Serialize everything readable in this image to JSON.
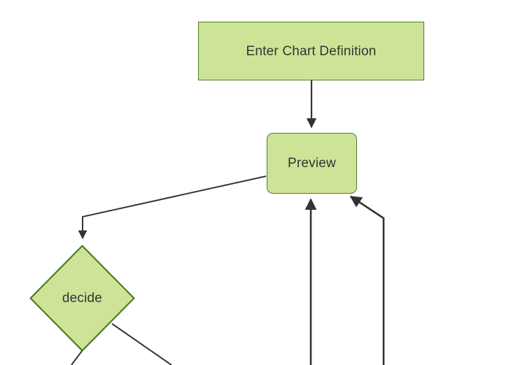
{
  "diagram": {
    "type": "flowchart",
    "background_color": "#ffffff",
    "node_fill_color": "#cde498",
    "node_stroke_color": "#4e7a27",
    "edge_color": "#333333",
    "text_color": "#333333",
    "nodes": [
      {
        "id": "enter-chart-definition",
        "label": "Enter Chart Definition",
        "shape": "rectangle"
      },
      {
        "id": "preview",
        "label": "Preview",
        "shape": "rounded-rectangle"
      },
      {
        "id": "decide",
        "label": "decide",
        "shape": "diamond"
      }
    ],
    "edges": [
      {
        "id": "edge-enter-to-preview",
        "from": "enter-chart-definition",
        "to": "preview",
        "label": ""
      },
      {
        "id": "edge-preview-to-decide",
        "from": "preview",
        "to": "decide",
        "label": ""
      },
      {
        "id": "edge-decide-down-left",
        "from": "decide",
        "to": "",
        "label": ""
      },
      {
        "id": "edge-decide-down-right",
        "from": "decide",
        "to": "",
        "label": ""
      },
      {
        "id": "edge-bottom-left-to-preview",
        "from": "",
        "to": "preview",
        "label": ""
      },
      {
        "id": "edge-bottom-right-to-preview",
        "from": "",
        "to": "preview",
        "label": ""
      }
    ]
  }
}
